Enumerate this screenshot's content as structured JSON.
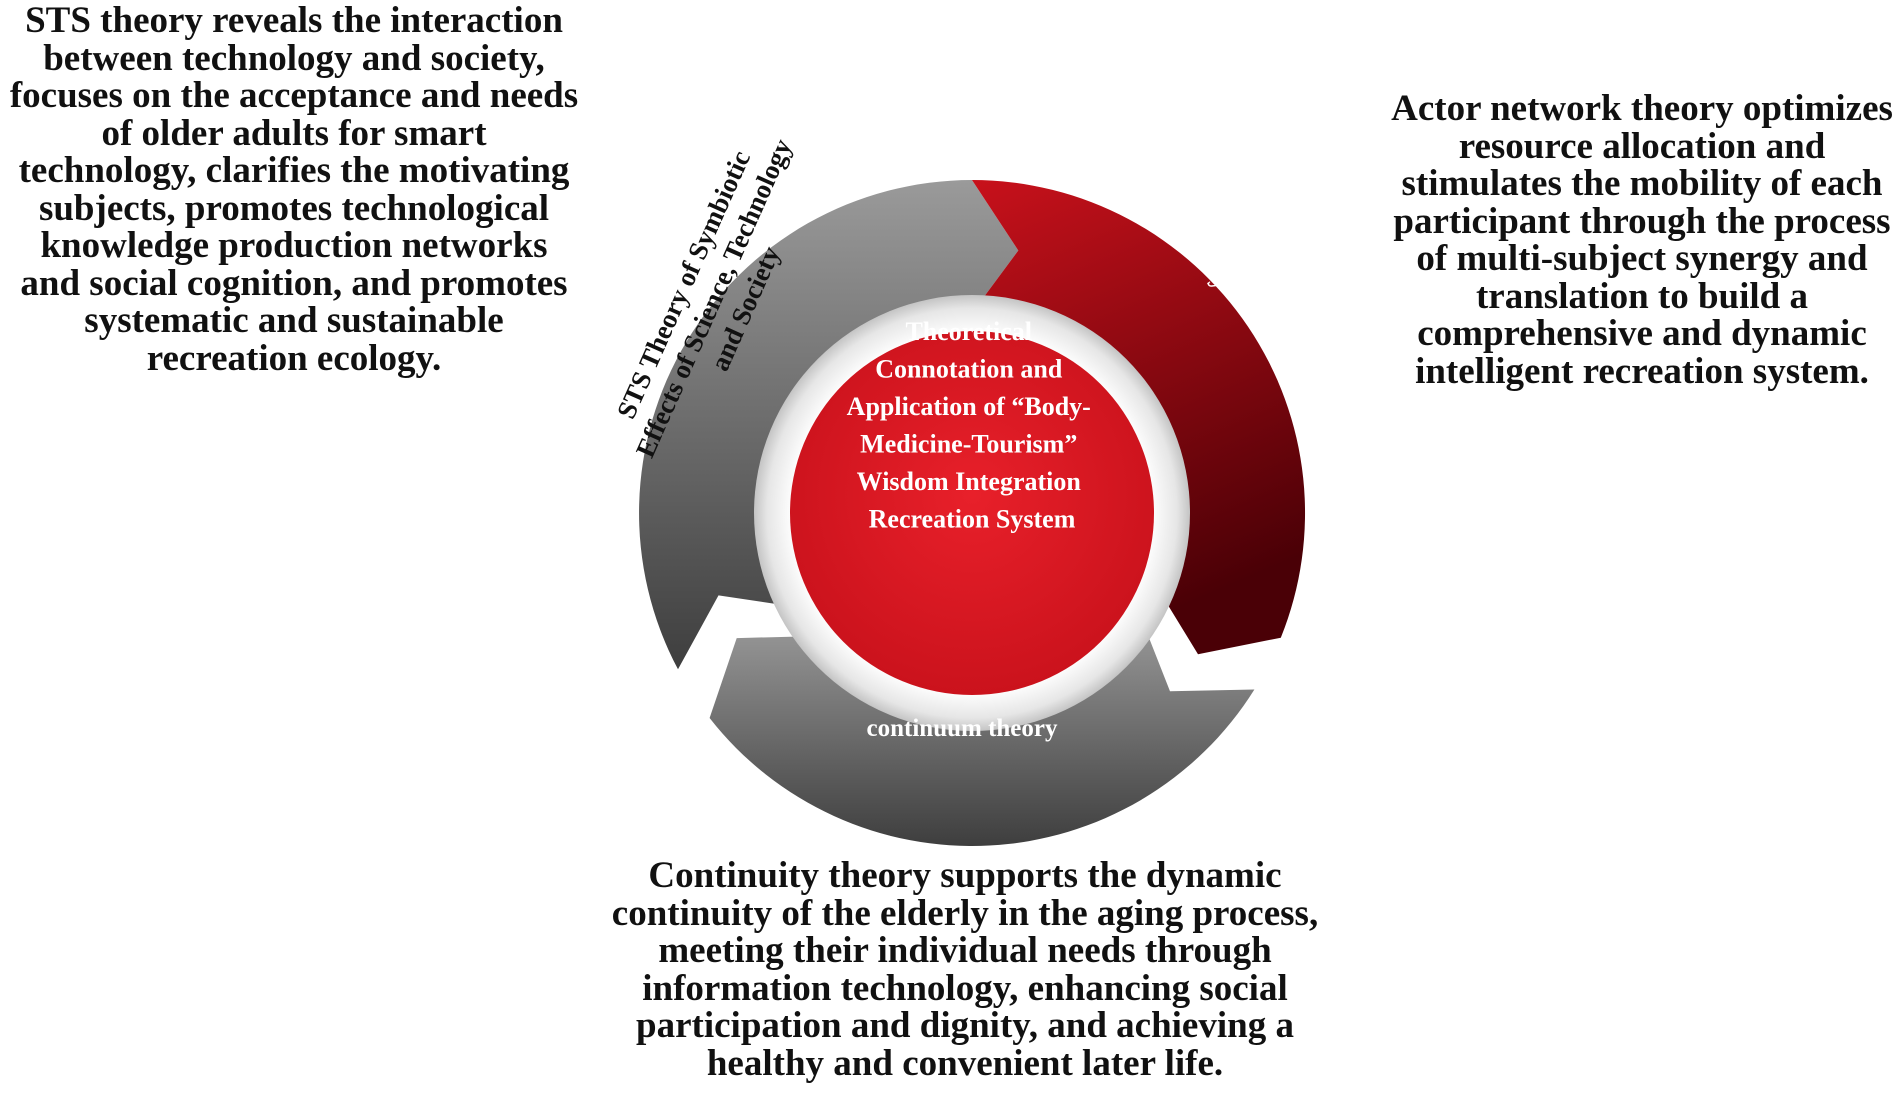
{
  "descriptions": {
    "sts": [
      "STS theory reveals the interaction",
      "between technology and society,",
      "focuses on the acceptance and needs",
      "of older adults for smart",
      "technology, clarifies the motivating",
      "subjects, promotes technological",
      "knowledge production networks",
      "and social cognition, and promotes",
      "systematic and sustainable",
      "recreation ecology."
    ],
    "ant": [
      "Actor network theory optimizes",
      "resource allocation and",
      "stimulates the mobility of each",
      "participant through the process",
      "of multi-subject synergy and",
      "translation to build a",
      "comprehensive and dynamic",
      "intelligent recreation system."
    ],
    "continuity": [
      "Continuity theory supports the dynamic",
      "continuity of the elderly in the aging process,",
      "meeting their individual needs through",
      "information technology, enhancing social",
      "participation and dignity, and achieving a",
      "healthy and convenient later life."
    ]
  },
  "segments": {
    "sts": {
      "lines": [
        "STS Theory of Symbiotic",
        "Effects of Science, Technology",
        "and Society"
      ]
    },
    "ant": {
      "lines": [
        "Actor Network ANT",
        "Theory"
      ]
    },
    "continuum": {
      "lines": [
        "continuum theory"
      ]
    }
  },
  "center": {
    "lines": [
      "Theoretical",
      "Connotation and",
      "Application of “Body-",
      "Medicine-Tourism”",
      "Wisdom Integration",
      "Recreation System"
    ]
  },
  "colors": {
    "red_light": "#c8111b",
    "red_dark": "#4a0006",
    "gray_light": "#9a9a9a",
    "gray_dark": "#3e3e3e",
    "center_red": "#e8202a",
    "text_dark": "#111111",
    "text_white": "#ffffff"
  }
}
